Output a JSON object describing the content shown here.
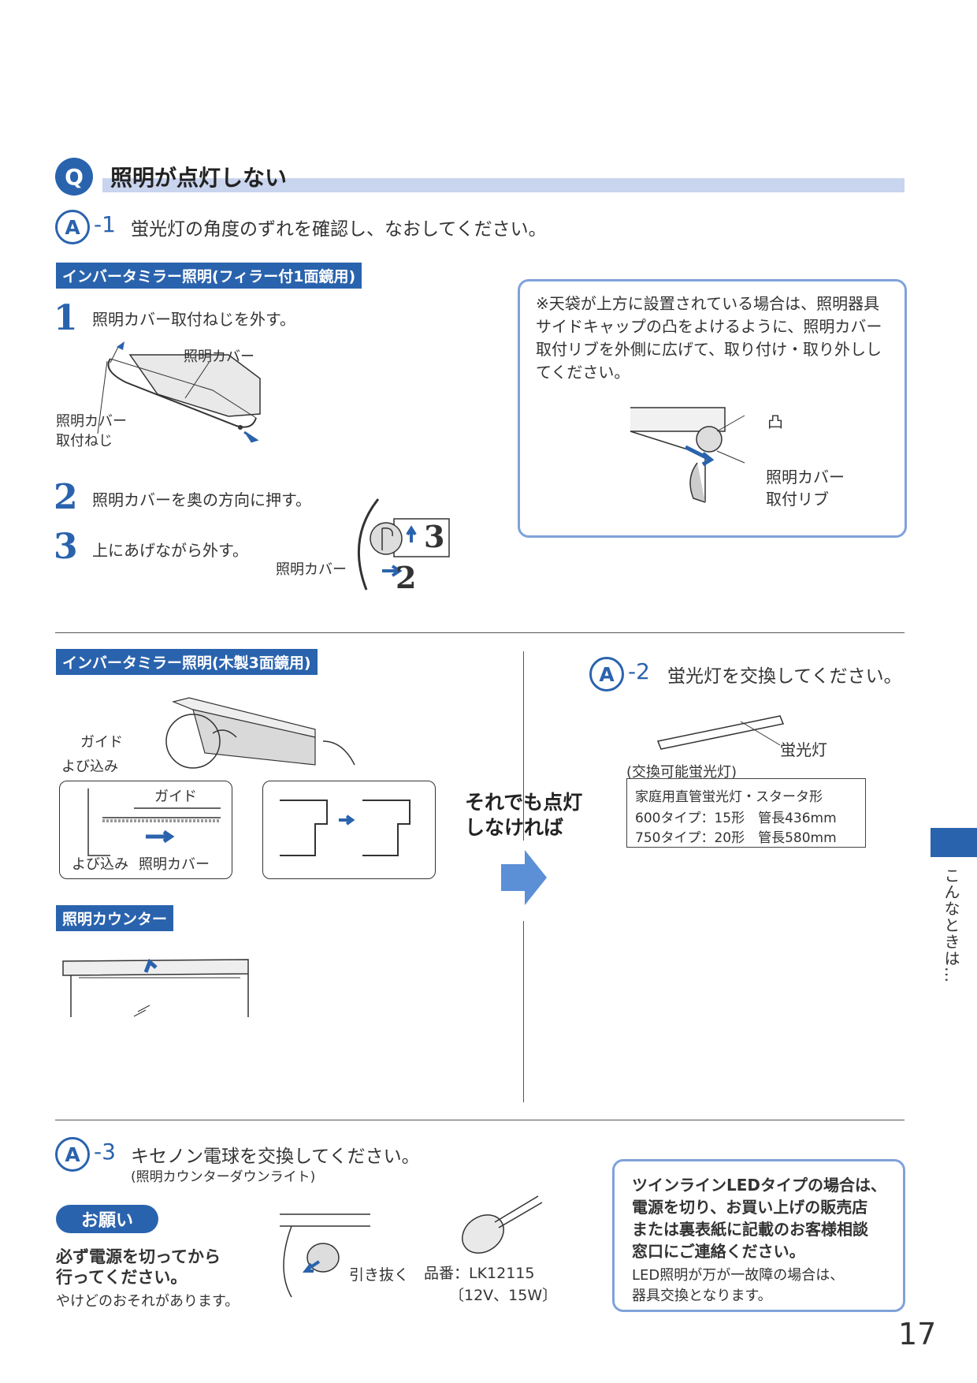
{
  "question": {
    "badge": "Q",
    "title": "照明が点灯しない"
  },
  "answer1": {
    "badge": "A",
    "num": "-1",
    "text": "蛍光灯の角度のずれを確認し、なおしてください。"
  },
  "section_filler": {
    "label": "インバータミラー照明(フィラー付1面鏡用)"
  },
  "steps": [
    {
      "num": "1",
      "text": "照明カバー取付ねじを外す。"
    },
    {
      "num": "2",
      "text": "照明カバーを奥の方向に押す。"
    },
    {
      "num": "3",
      "text": "上にあげながら外す。"
    }
  ],
  "fig1": {
    "cover_label": "照明カバー",
    "screw_label_1": "照明カバー",
    "screw_label_2": "取付ねじ"
  },
  "fig2": {
    "cover_label": "照明カバー",
    "mark_3": "3",
    "mark_2": "2"
  },
  "note": {
    "text": "※天袋が上方に設置されている場合は、照明器具サイドキャップの凸をよけるように、照明カバー取付リブを外側に広げて、取り付け・取り外ししてください。",
    "convex_label": "凸",
    "rib_label_1": "照明カバー",
    "rib_label_2": "取付リブ"
  },
  "section_wood": {
    "label": "インバータミラー照明(木製3面鏡用)"
  },
  "fig_wood": {
    "guide": "ガイド",
    "yobikomi": "よび込み",
    "detail_guide": "ガイド",
    "detail_yobikomi": "よび込み",
    "detail_cover": "照明カバー"
  },
  "section_counter": {
    "label": "照明カウンター"
  },
  "then_text": [
    "それでも点灯",
    "しなければ"
  ],
  "answer2": {
    "badge": "A",
    "num": "-2",
    "text": "蛍光灯を交換してください。"
  },
  "lamp": {
    "label": "蛍光灯",
    "replaceable": "(交換可能蛍光灯)",
    "spec": [
      "家庭用直管蛍光灯・スタータ形",
      "600タイプ：15形　管長436mm",
      "750タイプ：20形　管長580mm"
    ]
  },
  "side_tab": {
    "text": "こんなときは…"
  },
  "answer3": {
    "badge": "A",
    "num": "-3",
    "text": "キセノン電球を交換してください。",
    "sub": "(照明カウンターダウンライト)"
  },
  "onegai": {
    "label": "お願い",
    "line1": "必ず電源を切ってから",
    "line2": "行ってください。",
    "line3": "やけどのおそれがあります。"
  },
  "bulb": {
    "pull_label": "引き抜く",
    "part_no": "品番：LK12115",
    "rating": "〔12V、15W〕"
  },
  "led_note": {
    "line1": "ツインラインLEDタイプの場合は、",
    "line2": "電源を切り、お買い上げの販売店",
    "line3": "または裏表紙に記載のお客様相談",
    "line4": "窓口にご連絡ください。",
    "line5": "LED照明が万が一故障の場合は、",
    "line6": "器具交換となります。"
  },
  "page_number": "17",
  "colors": {
    "accent": "#2a63ad",
    "bar": "#c9d4ee",
    "box_border": "#7fa2d9"
  }
}
